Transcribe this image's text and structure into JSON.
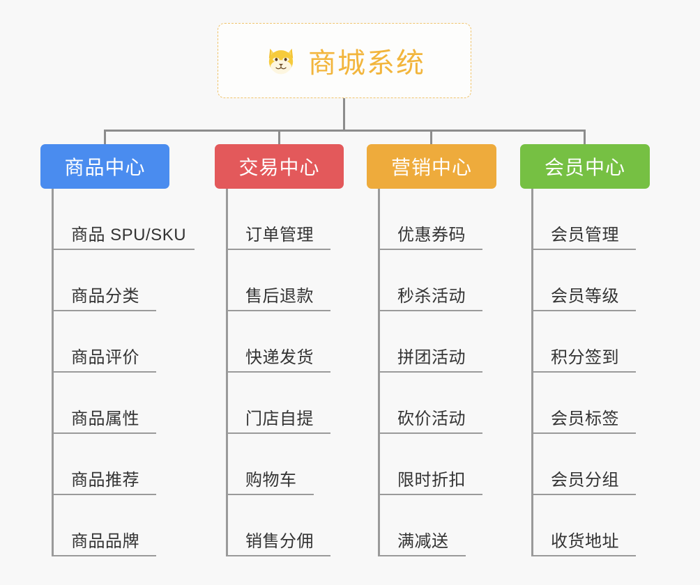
{
  "diagram": {
    "title": "商城系统",
    "root": {
      "label": "商城系统",
      "icon": "shiba-dog-face-icon",
      "glyph": "🐕",
      "text_color": "#f2b53c",
      "border_color": "#f0c36a"
    },
    "columns": [
      {
        "key": "product",
        "label": "商品中心",
        "accent": "blue",
        "color": "#4a8cef",
        "items": [
          {
            "label": "商品 SPU/SKU",
            "rule_width": 205
          },
          {
            "label": "商品分类",
            "rule_width": 150
          },
          {
            "label": "商品评价",
            "rule_width": 150
          },
          {
            "label": "商品属性",
            "rule_width": 150
          },
          {
            "label": "商品推荐",
            "rule_width": 150
          },
          {
            "label": "商品品牌",
            "rule_width": 150
          }
        ]
      },
      {
        "key": "trade",
        "label": "交易中心",
        "accent": "red",
        "color": "#e3595b",
        "items": [
          {
            "label": "订单管理",
            "rule_width": 150
          },
          {
            "label": "售后退款",
            "rule_width": 150
          },
          {
            "label": "快递发货",
            "rule_width": 150
          },
          {
            "label": "门店自提",
            "rule_width": 150
          },
          {
            "label": "购物车",
            "rule_width": 126
          },
          {
            "label": "销售分佣",
            "rule_width": 150
          }
        ]
      },
      {
        "key": "marketing",
        "label": "营销中心",
        "accent": "orange",
        "color": "#eeab3c",
        "items": [
          {
            "label": "优惠券码",
            "rule_width": 150
          },
          {
            "label": "秒杀活动",
            "rule_width": 150
          },
          {
            "label": "拼团活动",
            "rule_width": 150
          },
          {
            "label": "砍价活动",
            "rule_width": 150
          },
          {
            "label": "限时折扣",
            "rule_width": 150
          },
          {
            "label": "满减送",
            "rule_width": 126
          }
        ]
      },
      {
        "key": "member",
        "label": "会员中心",
        "accent": "green",
        "color": "#76c043",
        "items": [
          {
            "label": "会员管理",
            "rule_width": 150
          },
          {
            "label": "会员等级",
            "rule_width": 150
          },
          {
            "label": "积分签到",
            "rule_width": 150
          },
          {
            "label": "会员标签",
            "rule_width": 150
          },
          {
            "label": "会员分组",
            "rule_width": 150
          },
          {
            "label": "收货地址",
            "rule_width": 150
          }
        ]
      }
    ]
  }
}
